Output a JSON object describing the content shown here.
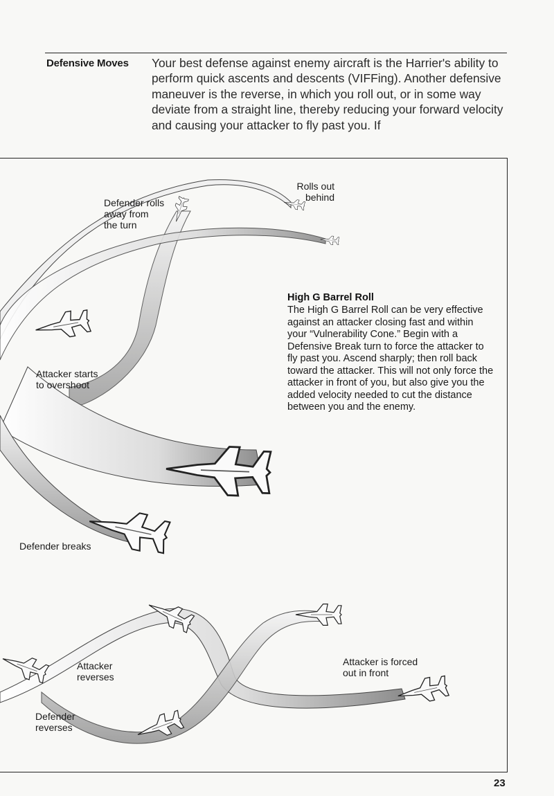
{
  "header": {
    "section_title": "Defensive Moves",
    "intro_text": "Your best defense against enemy aircraft is the Harrier's ability to perform quick ascents and descents (VIFFing). Another defensive maneuver is the reverse, in which you roll out, or in some way deviate from a straight line, thereby reducing your forward velocity and causing your attacker to fly past you. If"
  },
  "figure": {
    "labels": {
      "defender_rolls": "Defender rolls\naway from\nthe turn",
      "rolls_out": "Rolls out\nbehind",
      "attacker_overshoot": "Attacker starts\nto overshoot",
      "defender_breaks": "Defender breaks",
      "attacker_reverses": "Attacker\nreverses",
      "defender_reverses": "Defender\nreverses",
      "attacker_forced": "Attacker is forced\nout in front"
    },
    "callout": {
      "title": "High G Barrel Roll",
      "body": "The High G Barrel Roll can be very effective against an attacker closing fast and within your “Vulnerability Cone.” Begin with a Defensive Break turn to force the attacker to fly past you. Ascend sharply; then roll back toward the attacker. This will not only force the attacker in front of you, but also give you the added velocity needed to cut the distance between you and the enemy."
    },
    "icons": [
      "jet-icon"
    ]
  },
  "footer": {
    "page_number": "23"
  }
}
